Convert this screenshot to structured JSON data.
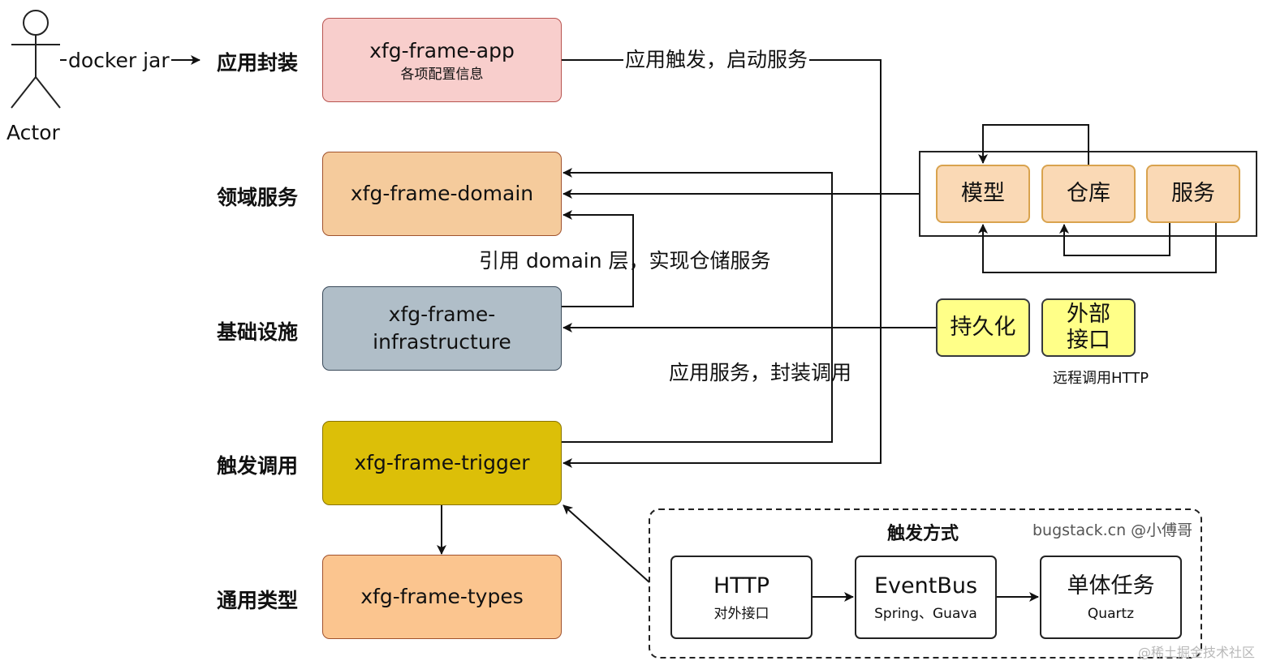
{
  "actor": {
    "label": "Actor",
    "edge_label": "docker jar"
  },
  "layers": [
    "应用封装",
    "领域服务",
    "基础设施",
    "触发调用",
    "通用类型"
  ],
  "modules": {
    "app": {
      "name": "xfg-frame-app",
      "sub": "各项配置信息",
      "color": "#f8cecc"
    },
    "domain": {
      "name": "xfg-frame-domain",
      "color": "#f5cb9c"
    },
    "infrastructure": {
      "name_line1": "xfg-frame-",
      "name_line2": "infrastructure",
      "color": "#b0bec8"
    },
    "trigger": {
      "name": "xfg-frame-trigger",
      "color": "#dcbf08"
    },
    "types": {
      "name": "xfg-frame-types",
      "color": "#fbc58f"
    }
  },
  "edge_labels": {
    "app_start": "应用触发，启动服务",
    "infra_ref": "引用 domain 层，实现仓储服务",
    "trigger_call": "应用服务，封装调用"
  },
  "domain_parts": [
    "模型",
    "仓库",
    "服务"
  ],
  "infra_parts": {
    "persist": "持久化",
    "external_line1": "外部",
    "external_line2": "接口",
    "note": "远程调用HTTP"
  },
  "trigger_group": {
    "title": "触发方式",
    "watermark": "bugstack.cn @小傅哥",
    "items": [
      {
        "title": "HTTP",
        "sub": "对外接口"
      },
      {
        "title": "EventBus",
        "sub": "Spring、Guava"
      },
      {
        "title": "单体任务",
        "sub": "Quartz"
      }
    ]
  },
  "corner_watermark": "@稀土掘金技术社区"
}
